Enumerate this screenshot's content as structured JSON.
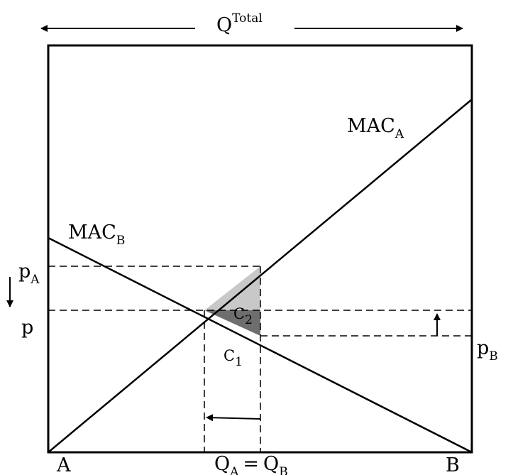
{
  "labels": {
    "q_total": "Q",
    "q_total_sup": "Total",
    "mac_a": "MAC",
    "mac_a_sub": "A",
    "mac_b": "MAC",
    "mac_b_sub": "B",
    "p_a": "p",
    "p_a_sub": "A",
    "p": "p",
    "p_b": "p",
    "p_b_sub": "B",
    "c1": "C",
    "c1_sub": "1",
    "c2": "C",
    "c2_sub": "2",
    "origin_a": "A",
    "origin_b": "B",
    "q_a": "Q",
    "q_a_sub": "A",
    "equals": "=",
    "q_b": "Q",
    "q_b_sub": "B"
  },
  "colors": {
    "line": "#000000",
    "c2_fill": "#c8c8c8",
    "c1_fill": "#6e6e6e"
  }
}
